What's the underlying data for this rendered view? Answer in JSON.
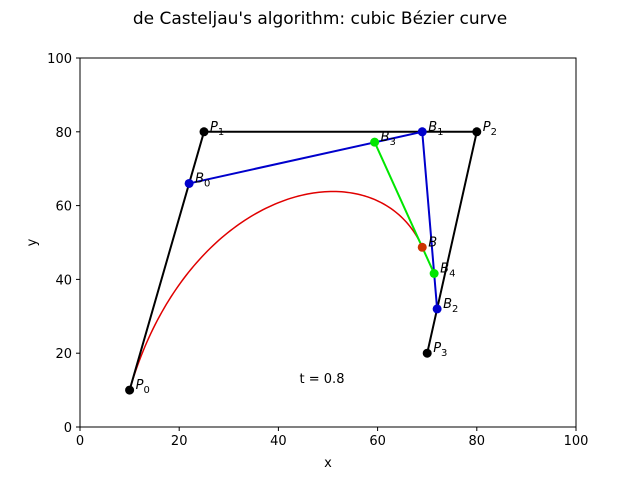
{
  "chart_data": {
    "type": "line",
    "title": "de Casteljau's algorithm: cubic Bézier curve",
    "xlabel": "x",
    "ylabel": "y",
    "xlim": [
      0,
      100
    ],
    "ylim": [
      0,
      100
    ],
    "xticks": [
      "0",
      "20",
      "40",
      "60",
      "80",
      "100"
    ],
    "yticks": [
      "0",
      "20",
      "40",
      "60",
      "80",
      "100"
    ],
    "grid": false,
    "t_label": "t = 0.8",
    "t_value": 0.8,
    "colors": {
      "control_polygon": "#000000",
      "level1": "#0000cc",
      "level2": "#00e600",
      "curve": "#e00000",
      "curve_point": "#cc3300"
    },
    "points": [
      {
        "base": "P",
        "sub": "0",
        "x": 10,
        "y": 10,
        "color": "#000000"
      },
      {
        "base": "P",
        "sub": "1",
        "x": 25,
        "y": 80,
        "color": "#000000"
      },
      {
        "base": "P",
        "sub": "2",
        "x": 80,
        "y": 80,
        "color": "#000000"
      },
      {
        "base": "P",
        "sub": "3",
        "x": 70,
        "y": 20,
        "color": "#000000"
      },
      {
        "base": "B",
        "sub": "0",
        "x": 22,
        "y": 66,
        "color": "#0000cc"
      },
      {
        "base": "B",
        "sub": "1",
        "x": 69,
        "y": 80,
        "color": "#0000cc"
      },
      {
        "base": "B",
        "sub": "2",
        "x": 72,
        "y": 32,
        "color": "#0000cc"
      },
      {
        "base": "B",
        "sub": "3",
        "x": 59.4,
        "y": 77.2,
        "color": "#00e600"
      },
      {
        "base": "B",
        "sub": "4",
        "x": 71.4,
        "y": 41.6,
        "color": "#00e600"
      },
      {
        "base": "B",
        "sub": "",
        "x": 69,
        "y": 48.7,
        "color": "#cc3300"
      }
    ]
  }
}
